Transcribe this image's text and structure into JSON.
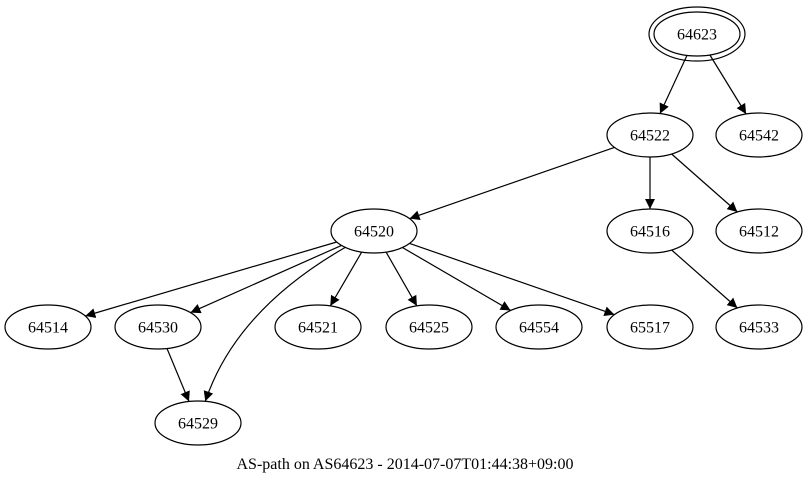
{
  "caption": "AS-path on AS64623 - 2014-07-07T01:44:38+09:00",
  "origin_node": "64623",
  "nodes": [
    {
      "id": "64623",
      "label": "64623",
      "origin": true
    },
    {
      "id": "64522",
      "label": "64522"
    },
    {
      "id": "64542",
      "label": "64542"
    },
    {
      "id": "64520",
      "label": "64520"
    },
    {
      "id": "64516",
      "label": "64516"
    },
    {
      "id": "64512",
      "label": "64512"
    },
    {
      "id": "64514",
      "label": "64514"
    },
    {
      "id": "64530",
      "label": "64530"
    },
    {
      "id": "64521",
      "label": "64521"
    },
    {
      "id": "64525",
      "label": "64525"
    },
    {
      "id": "64554",
      "label": "64554"
    },
    {
      "id": "65517",
      "label": "65517"
    },
    {
      "id": "64533",
      "label": "64533"
    },
    {
      "id": "64529",
      "label": "64529"
    }
  ],
  "edges": [
    {
      "from": "64623",
      "to": "64522"
    },
    {
      "from": "64623",
      "to": "64542"
    },
    {
      "from": "64522",
      "to": "64520"
    },
    {
      "from": "64522",
      "to": "64516"
    },
    {
      "from": "64522",
      "to": "64512"
    },
    {
      "from": "64520",
      "to": "64514"
    },
    {
      "from": "64520",
      "to": "64530"
    },
    {
      "from": "64520",
      "to": "64529"
    },
    {
      "from": "64520",
      "to": "64521"
    },
    {
      "from": "64520",
      "to": "64525"
    },
    {
      "from": "64520",
      "to": "64554"
    },
    {
      "from": "64520",
      "to": "65517"
    },
    {
      "from": "64516",
      "to": "64533"
    },
    {
      "from": "64530",
      "to": "64529"
    }
  ]
}
